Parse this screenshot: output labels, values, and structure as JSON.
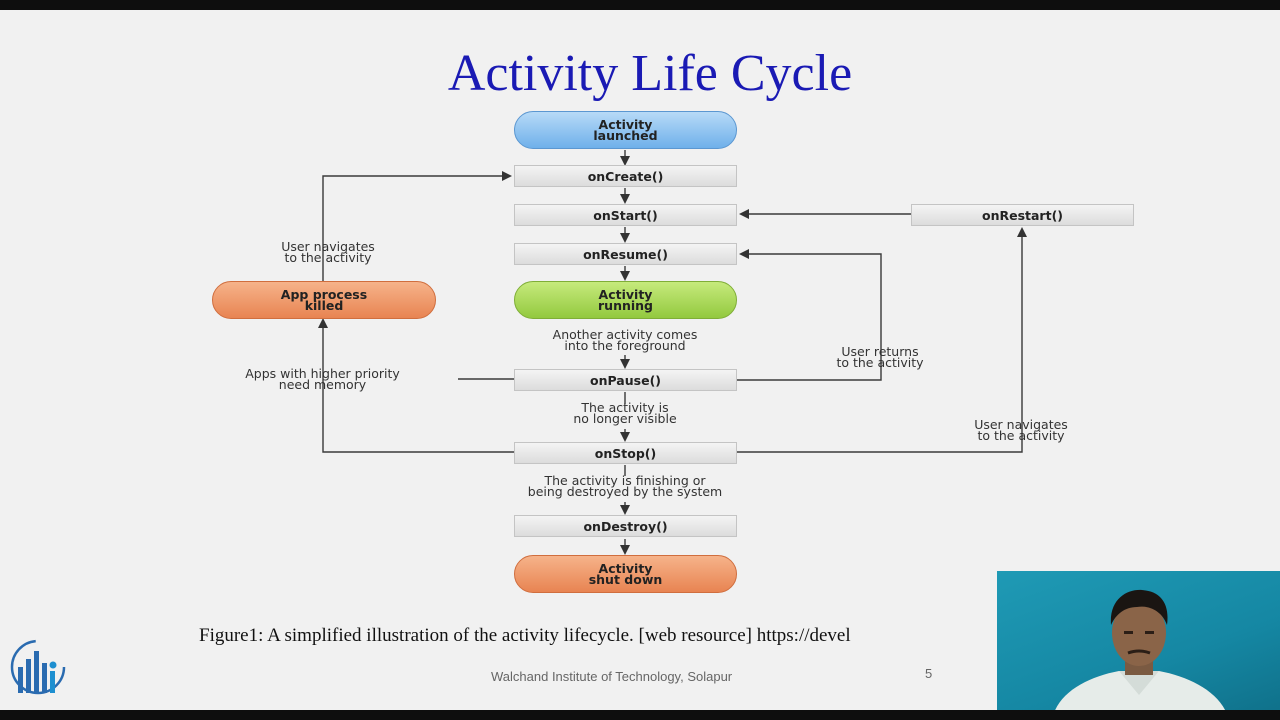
{
  "slide": {
    "title": "Activity Life Cycle",
    "caption": "Figure1: A simplified illustration of the activity lifecycle. [web resource] https://devel",
    "footer": "Walchand Institute of Technology, Solapur",
    "page_number": "5"
  },
  "diagram": {
    "nodes": {
      "activity_launched": "Activity\nlaunched",
      "on_create": "onCreate()",
      "on_start": "onStart()",
      "on_restart": "onRestart()",
      "on_resume": "onResume()",
      "activity_running": "Activity\nrunning",
      "app_process_killed": "App process\nkilled",
      "on_pause": "onPause()",
      "on_stop": "onStop()",
      "on_destroy": "onDestroy()",
      "activity_shut_down": "Activity\nshut down"
    },
    "labels": {
      "user_navigates_left": "User navigates\nto the activity",
      "another_activity": "Another activity comes\ninto the foreground",
      "apps_higher_priority": "Apps with higher priority\nneed memory",
      "user_returns": "User returns\nto the activity",
      "no_longer_visible": "The activity is\nno longer visible",
      "user_navigates_right": "User navigates\nto the activity",
      "finishing": "The activity is finishing or\nbeing destroyed by the system"
    }
  },
  "colors": {
    "title": "#1a1ab4",
    "start_node": "#8ec3f0",
    "running_node": "#a8d95a",
    "end_node": "#ee9a6a",
    "webcam_background": "#1a8fab"
  }
}
